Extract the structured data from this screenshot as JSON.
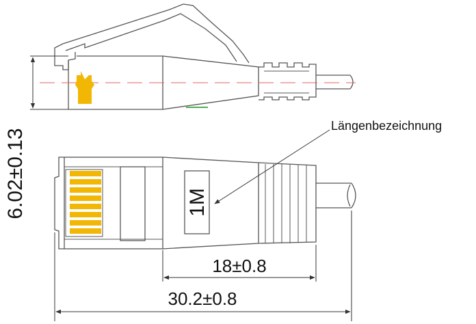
{
  "labels": {
    "callout": "Längenbezeichnung",
    "length_marking": "1M",
    "height_dimension": "6.02±0.13",
    "boot_length_dimension": "18±0.8",
    "total_length_dimension": "30.2±0.8"
  },
  "colors": {
    "outline": "#555555",
    "centerline": "#e06060",
    "contacts": "#f2b705",
    "latch_marker": "#f2b705",
    "indicator": "#4caf50"
  }
}
